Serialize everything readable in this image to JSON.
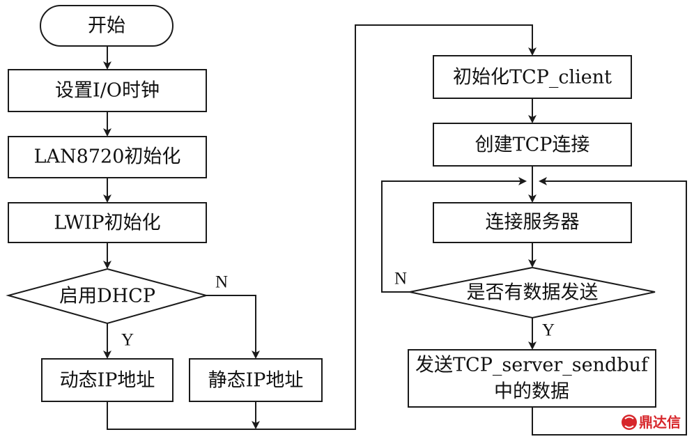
{
  "nodes": {
    "start": "开始",
    "set_io_clock": "设置I/O时钟",
    "lan8720_init": "LAN8720初始化",
    "lwip_init": "LWIP初始化",
    "enable_dhcp": "启用DHCP",
    "dynamic_ip": "动态IP地址",
    "static_ip": "静态IP地址",
    "init_tcp_client": "初始化TCP_client",
    "create_tcp_connection": "创建TCP连接",
    "connect_server": "连接服务器",
    "has_data_to_send": "是否有数据发送",
    "send_data_line1": "发送TCP_server_sendbuf",
    "send_data_line2": "中的数据"
  },
  "branches": {
    "dhcp_yes": "Y",
    "dhcp_no": "N",
    "send_yes": "Y",
    "send_no": "N"
  },
  "watermark": {
    "text": "鼎达信",
    "color": "#d7262b"
  }
}
